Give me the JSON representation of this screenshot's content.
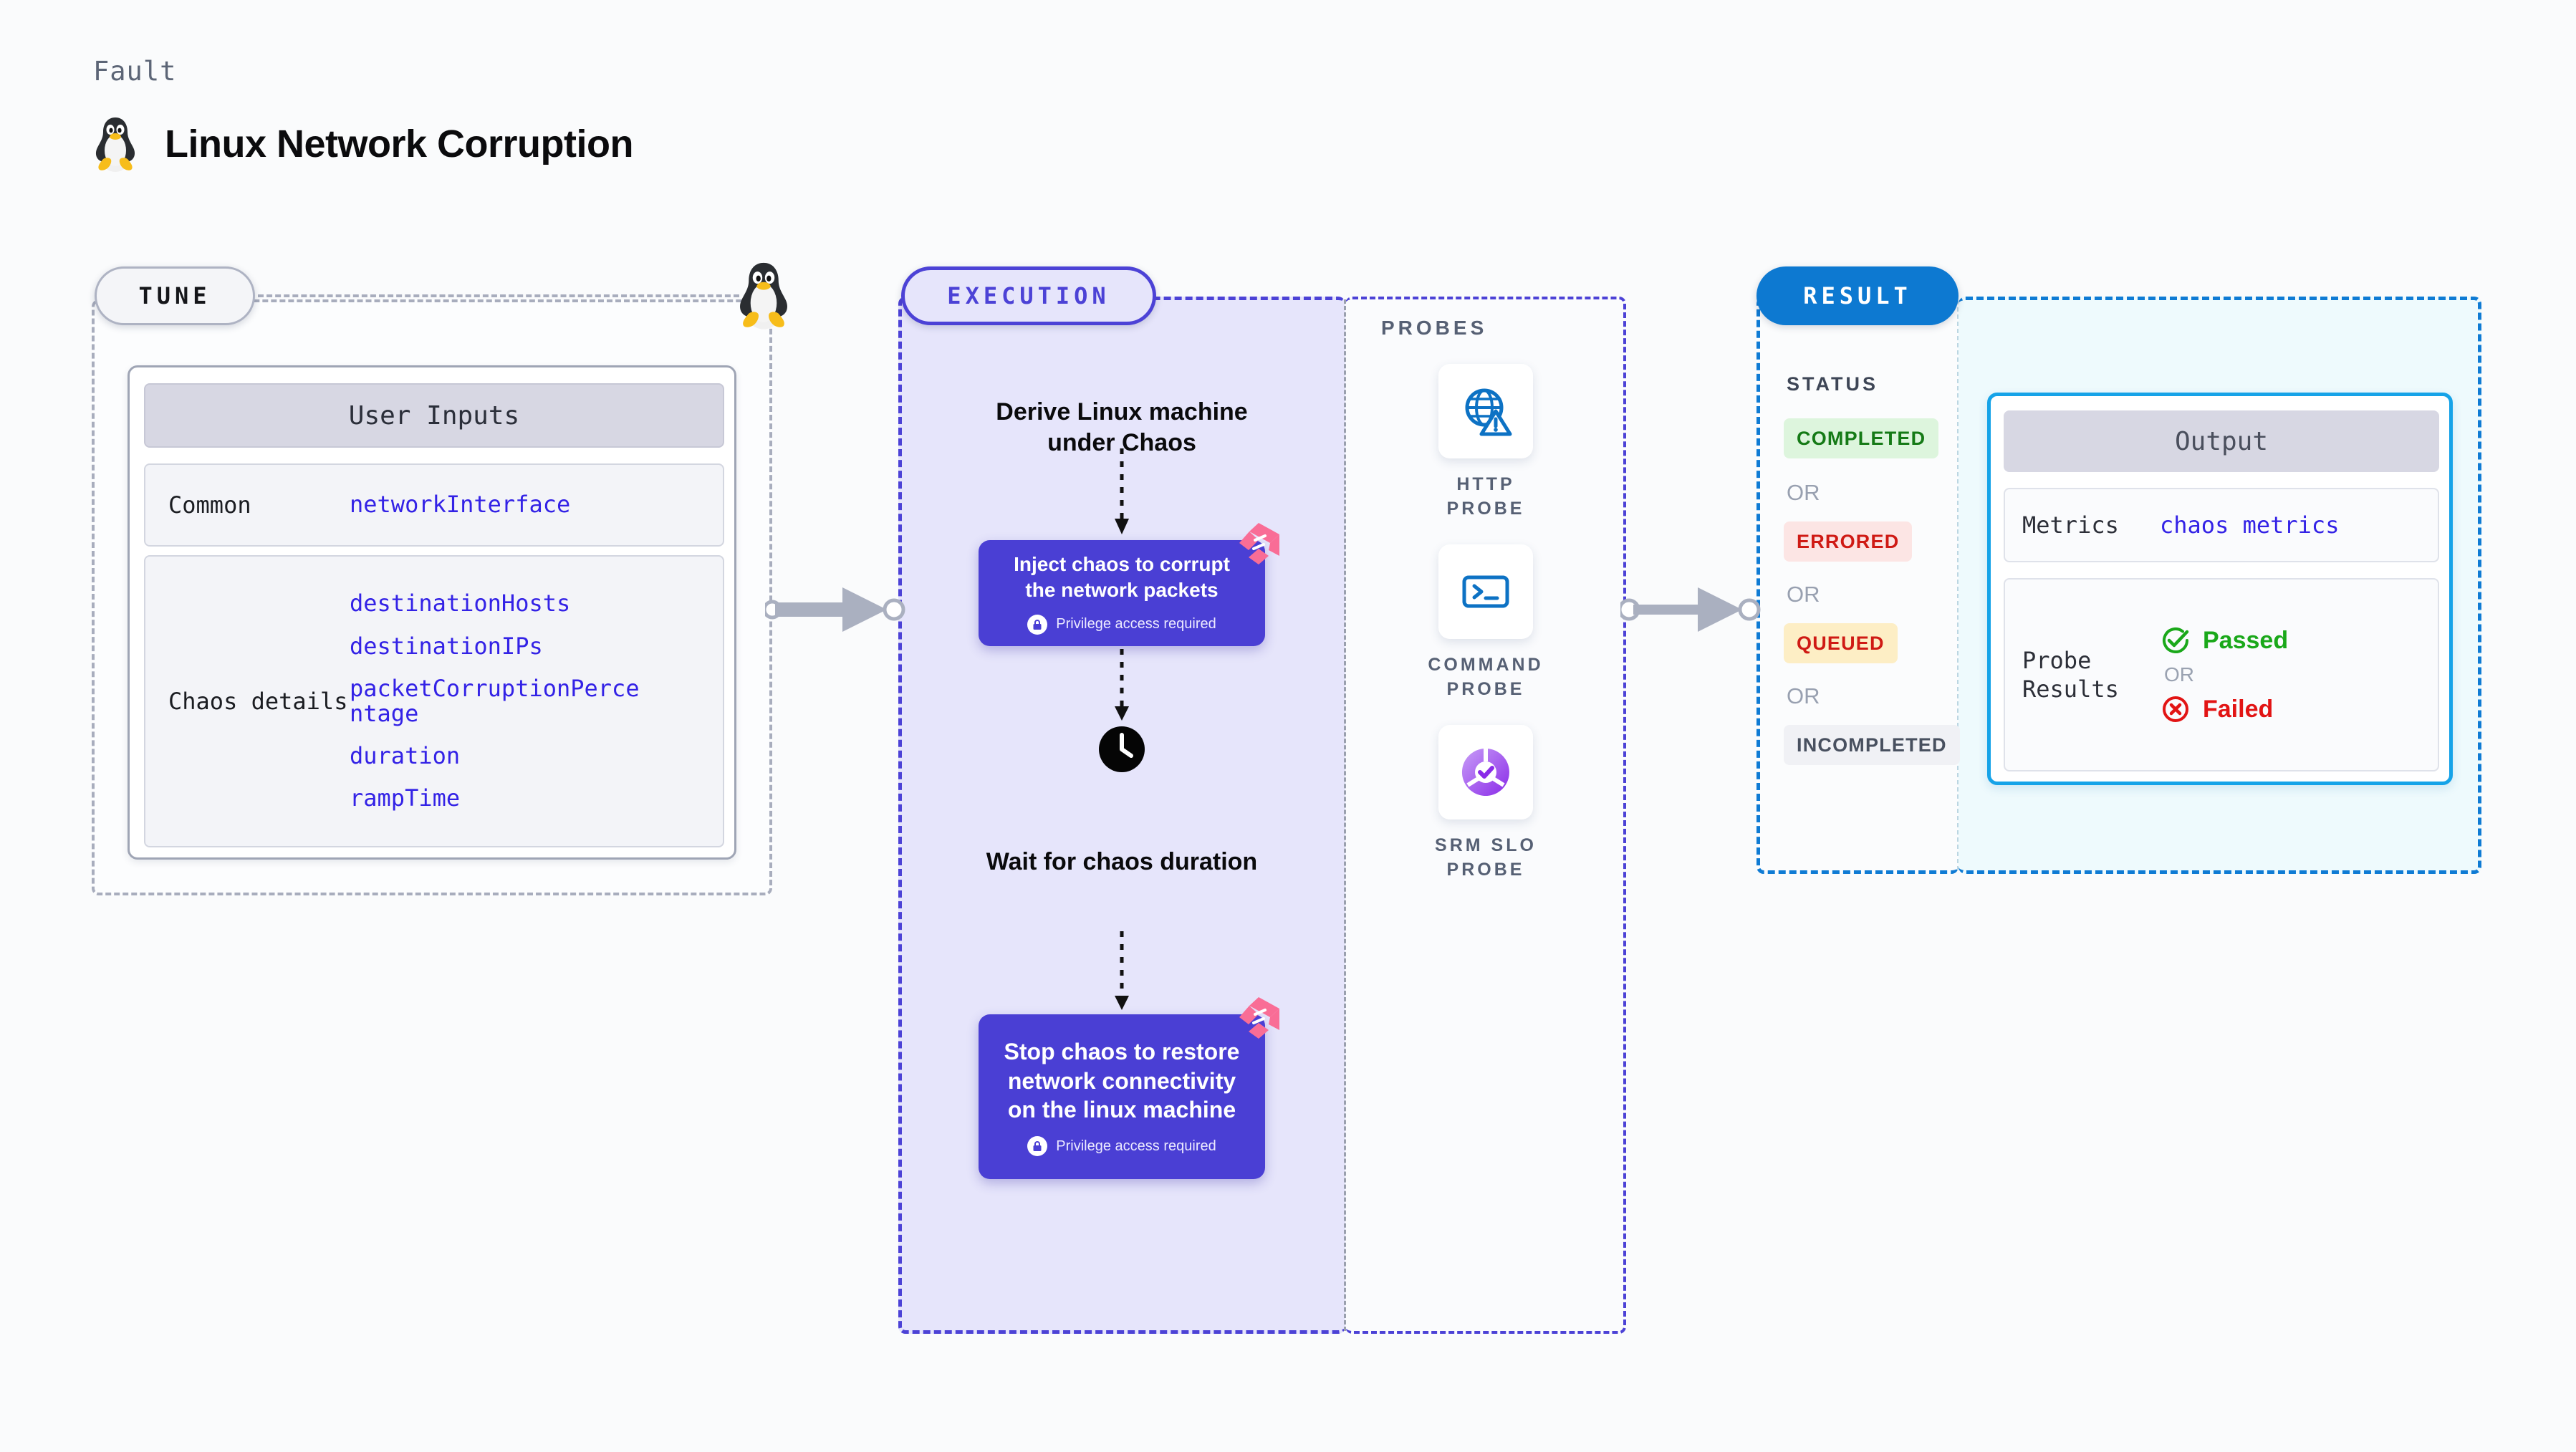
{
  "header": {
    "kicker": "Fault",
    "title": "Linux Network Corruption",
    "icon": "linux-penguin-icon"
  },
  "tune": {
    "badge": "TUNE",
    "linux_icon": "linux-penguin-icon",
    "inputs_header": "User Inputs",
    "rows": [
      {
        "key": "Common",
        "values": [
          "networkInterface"
        ]
      },
      {
        "key": "Chaos details",
        "values": [
          "destinationHosts",
          "destinationIPs",
          "packetCorruptionPercentage",
          "duration",
          "rampTime"
        ]
      }
    ]
  },
  "execution": {
    "badge": "EXECUTION",
    "steps": [
      {
        "type": "title",
        "text": "Derive Linux machine under Chaos"
      },
      {
        "type": "chaos-node",
        "title": "Inject chaos to corrupt the network packets",
        "note": "Privilege access required",
        "note_icon": "lock-icon",
        "badge_icon": "harness-logo-icon"
      },
      {
        "type": "wait",
        "icon": "clock-icon",
        "text": "Wait for chaos duration"
      },
      {
        "type": "chaos-node",
        "title": "Stop chaos to restore network connectivity on the linux machine",
        "note": "Privilege access required",
        "note_icon": "lock-icon",
        "badge_icon": "harness-logo-icon"
      }
    ]
  },
  "probes": {
    "label": "PROBES",
    "items": [
      {
        "name": "HTTP PROBE",
        "icon": "globe-warning-icon"
      },
      {
        "name": "COMMAND PROBE",
        "icon": "terminal-icon"
      },
      {
        "name": "SRM SLO PROBE",
        "icon": "srm-slo-donut-icon"
      }
    ]
  },
  "result": {
    "badge": "RESULT",
    "status_label": "STATUS",
    "or_label": "OR",
    "statuses": [
      {
        "label": "COMPLETED",
        "bg": "#ddf5dd",
        "fg": "#157a16"
      },
      {
        "label": "ERRORED",
        "bg": "#fce5e4",
        "fg": "#cf1a14"
      },
      {
        "label": "QUEUED",
        "bg": "#fdeec5",
        "fg": "#cf1a14"
      },
      {
        "label": "INCOMPLETED",
        "bg": "#f0f1f5",
        "fg": "#48505f"
      }
    ],
    "output": {
      "header": "Output",
      "metrics_key": "Metrics",
      "metrics_value": "chaos metrics",
      "probe_results_key": "Probe Results",
      "passed": "Passed",
      "failed": "Failed",
      "or_label": "OR",
      "passed_icon": "check-circle-icon",
      "failed_icon": "x-circle-icon"
    }
  },
  "connectors": {
    "tune_to_execution": "arrow-right",
    "probes_to_result": "arrow-right"
  },
  "colors": {
    "accent_purple": "#4c42d6",
    "accent_blue": "#0d79d1",
    "harness_pink": "#fa6e8e",
    "value_blue": "#3322e6"
  }
}
